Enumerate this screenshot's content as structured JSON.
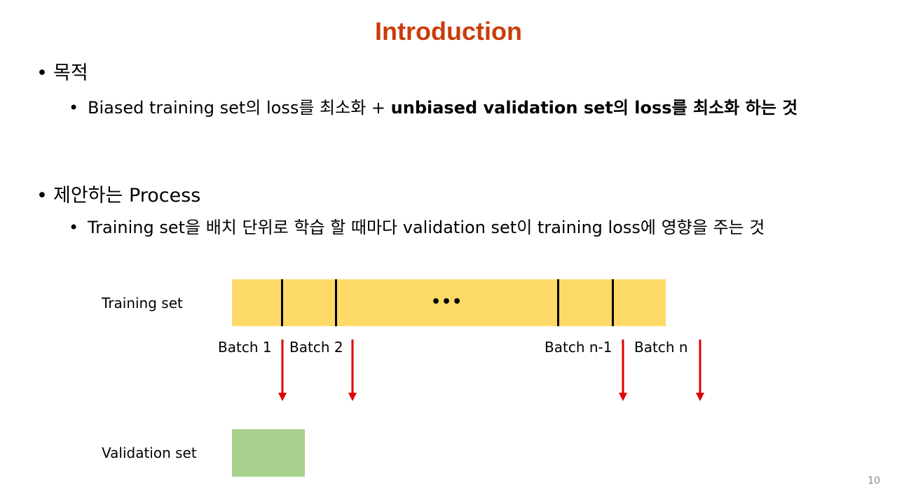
{
  "title": "Introduction",
  "bullets": [
    {
      "heading": "목적",
      "sub": {
        "normal": "Biased training set의 loss를 최소화 + ",
        "bold": "unbiased validation set의 loss를 최소화 하는 것"
      }
    },
    {
      "heading": "제안하는 Process",
      "sub": {
        "normal": "Training set을 배치 단위로 학습 할 때마다 validation set이 training loss에 영향을 주는 것"
      }
    }
  ],
  "diagram": {
    "training_label": "Training set",
    "ellipsis": "•••",
    "batches": [
      "Batch 1",
      "Batch 2",
      "Batch n-1",
      "Batch n"
    ],
    "validation_label": "Validation set",
    "colors": {
      "training": "#FDD968",
      "validation": "#A9D18E",
      "arrow": "#E00000",
      "title": "#C93C0A"
    }
  },
  "page_number": "10"
}
